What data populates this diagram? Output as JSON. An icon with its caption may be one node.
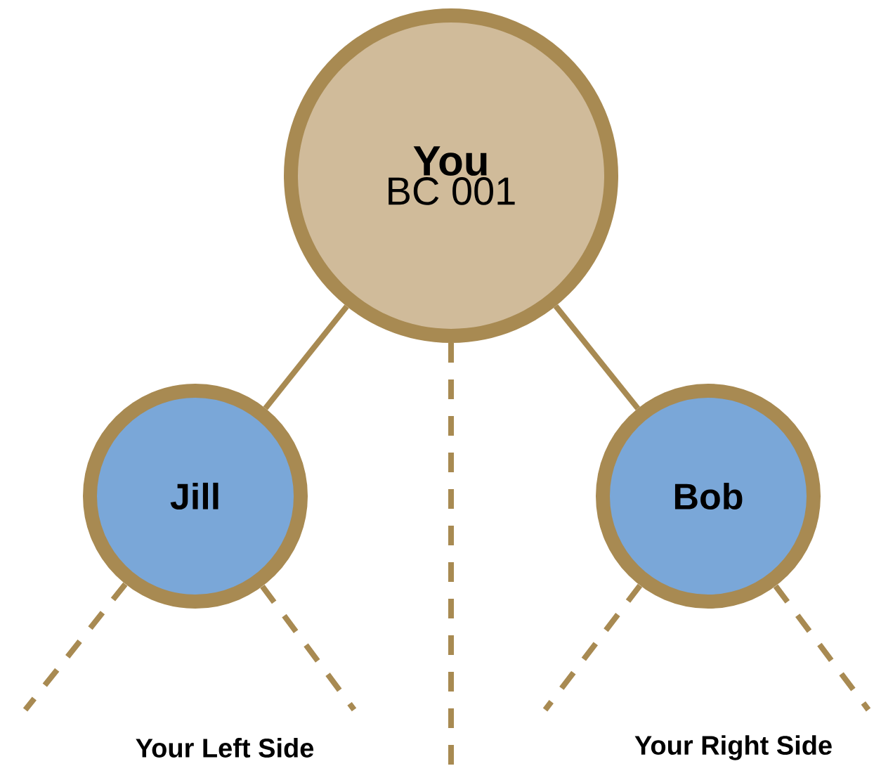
{
  "diagram": {
    "nodes": [
      {
        "text": [
          "You",
          "BC 001"
        ]
      },
      {
        "text": [
          "Jill"
        ]
      },
      {
        "text": [
          "Bob"
        ]
      }
    ],
    "edges": [
      {
        "from": 0,
        "to": 1,
        "arrow": "none"
      },
      {
        "from": 0,
        "to": 2,
        "arrow": "none"
      },
      {
        "from": 0,
        "to": null,
        "arrow": "none",
        "style": "dashed"
      },
      {
        "from": 1,
        "to": null,
        "arrow": "none",
        "style": "dashed"
      },
      {
        "from": 1,
        "to": null,
        "arrow": "none",
        "style": "dashed"
      },
      {
        "from": 2,
        "to": null,
        "arrow": "none",
        "style": "dashed"
      },
      {
        "from": 2,
        "to": null,
        "arrow": "none",
        "style": "dashed"
      }
    ],
    "labels": [
      "Your Left Side",
      "Your Right Side"
    ]
  }
}
